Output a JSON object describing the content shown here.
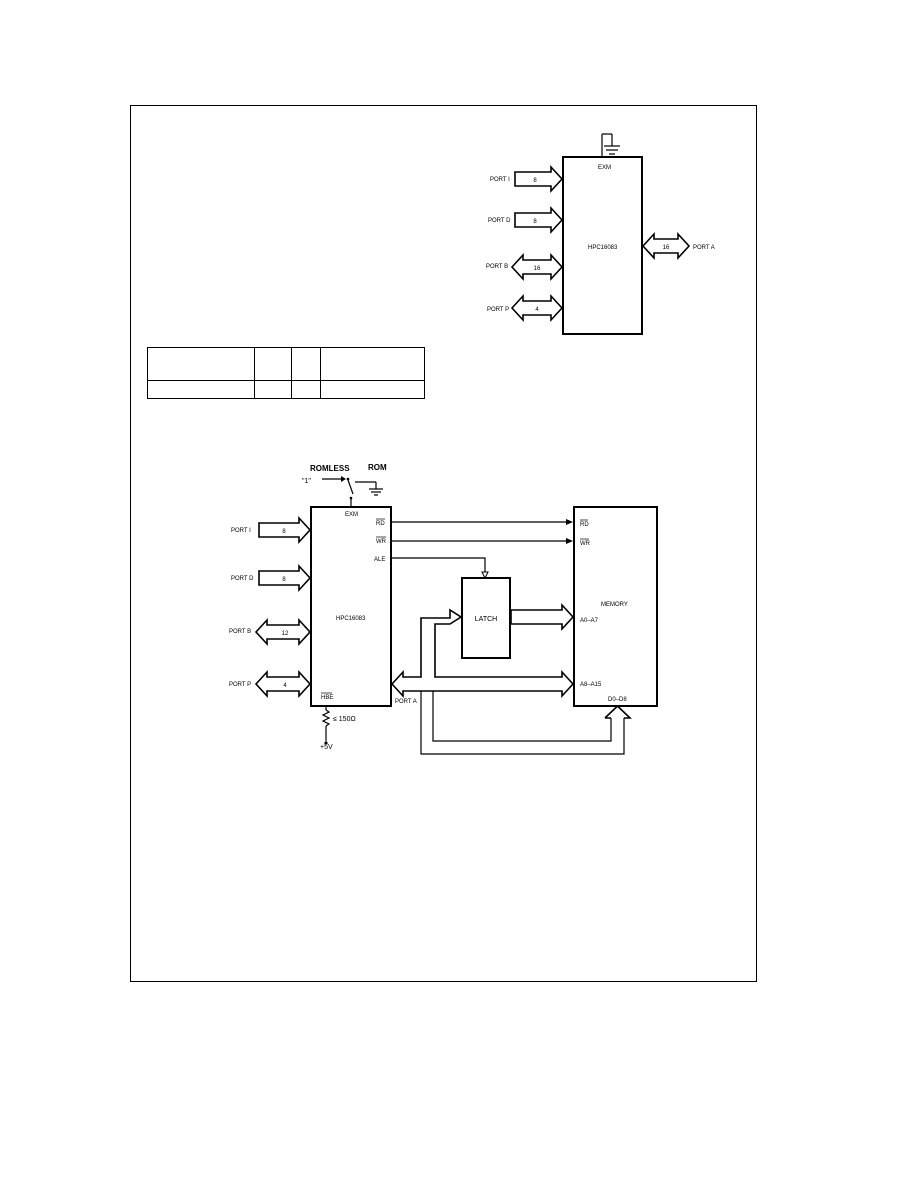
{
  "diagram1": {
    "chip_label": "HPC16083",
    "exm_label": "EXM",
    "ports_left": [
      {
        "name": "PORT I",
        "width_label": "8"
      },
      {
        "name": "PORT D",
        "width_label": "8"
      },
      {
        "name": "PORT B",
        "width_label": "16"
      },
      {
        "name": "PORT P",
        "width_label": "4"
      }
    ],
    "port_right": {
      "name": "PORT A",
      "width_label": "16"
    }
  },
  "table": {
    "rows": [
      [
        "",
        "",
        "",
        ""
      ],
      [
        "",
        "",
        "",
        ""
      ]
    ]
  },
  "diagram2": {
    "romless_label": "ROMLESS",
    "rom_label": "ROM",
    "one_label": "\"1\"",
    "chip_label": "HPC16083",
    "exm_label": "EXM",
    "rd_label": "RD",
    "wr_label": "WR",
    "ale_label": "ALE",
    "hbe_label": "HBE",
    "resistor_label": "≤ 150Ω",
    "vcc_label": "+5V",
    "ports_left": [
      {
        "name": "PORT I",
        "width_label": "8"
      },
      {
        "name": "PORT D",
        "width_label": "8"
      },
      {
        "name": "PORT B",
        "width_label": "12"
      },
      {
        "name": "PORT P",
        "width_label": "4"
      }
    ],
    "port_a_label": "PORT A",
    "latch_label": "LATCH",
    "memory": {
      "title": "MEMORY",
      "rd_label": "RD",
      "wr_label": "WR",
      "addr_low_label": "A0–A7",
      "addr_high_label": "A8–A15",
      "data_label": "D0–D8"
    }
  }
}
